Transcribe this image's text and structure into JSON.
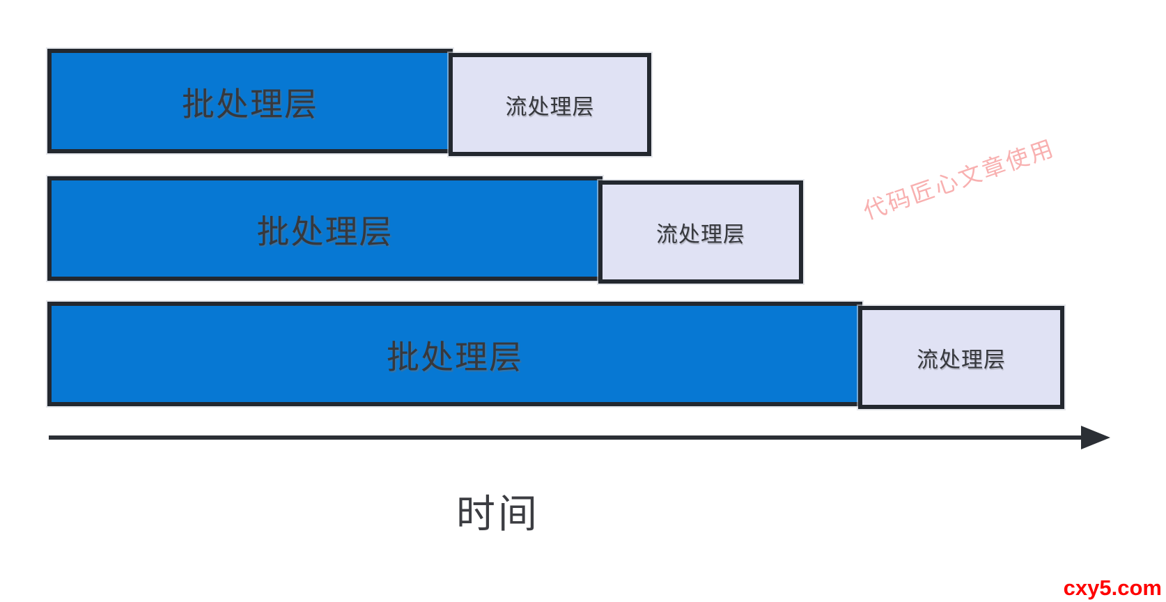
{
  "diagram": {
    "axis_label": "时间",
    "rows": [
      {
        "batch_label": "批处理层",
        "stream_label": "流处理层",
        "batch_width": 582,
        "stream_width": 291
      },
      {
        "batch_label": "批处理层",
        "stream_label": "流处理层",
        "batch_width": 797,
        "stream_width": 294
      },
      {
        "batch_label": "批处理层",
        "stream_label": "流处理层",
        "batch_width": 1170,
        "stream_width": 296
      }
    ]
  },
  "watermark": {
    "text": "代码匠心文章使用"
  },
  "footer": {
    "site_label": "cxy5.com"
  },
  "colors": {
    "batch_fill": "#0778d3",
    "stream_fill": "#e0e2f4",
    "border": "#23282f",
    "label_text": "#36383d",
    "arrow": "#2b2f35",
    "watermark_pink": "#f8b0b0",
    "footer_red": "#fe0000"
  }
}
